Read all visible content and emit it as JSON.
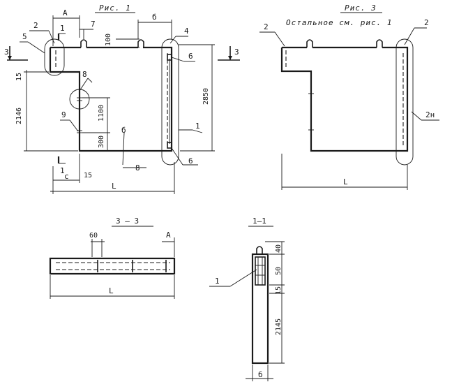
{
  "figures": {
    "fig1": {
      "title": "Рис. 1",
      "labels": {
        "A": "А",
        "b_top": "б",
        "b_bottom": "б",
        "c": "с",
        "L": "L",
        "d100": "100",
        "d15": "15",
        "d2146": "2146",
        "d2850": "2850",
        "d1100": "1100",
        "d300": "300",
        "d15_bottom": "15",
        "sec1_top": "1",
        "sec1_bottom": "1",
        "sec3_left": "3",
        "sec3_right": "3",
        "call_1": "1",
        "call_2": "2",
        "call_4": "4",
        "call_5": "5",
        "call_6a": "6",
        "call_6b": "6",
        "call_7": "7",
        "call_8a": "8",
        "call_8b": "8",
        "call_9": "9"
      }
    },
    "fig3": {
      "title": "Рис. 3",
      "note": "Остальное см. рис. 1",
      "labels": {
        "call_2a": "2",
        "call_2b": "2",
        "call_2n": "2н",
        "L": "L"
      }
    },
    "sec33": {
      "title": "3 — 3",
      "labels": {
        "d60": "60",
        "A": "А",
        "L": "L"
      }
    },
    "sec11": {
      "title": "1—1",
      "labels": {
        "d40": "40",
        "d50": "50",
        "d15": "15",
        "d2145": "2145",
        "b": "б",
        "call_1": "1"
      }
    }
  }
}
